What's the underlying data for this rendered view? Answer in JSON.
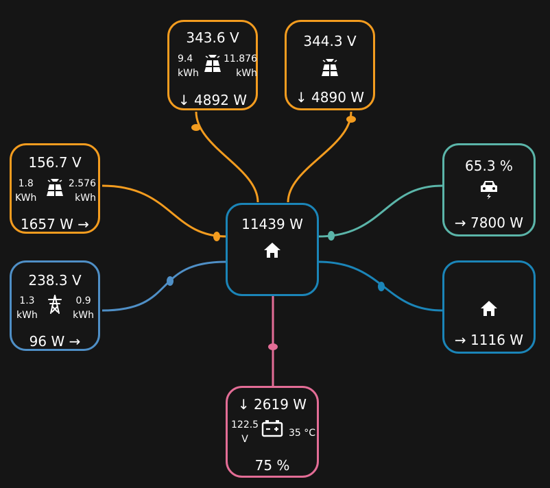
{
  "colors": {
    "solar": "#f39c1f",
    "grid": "#4f8fc6",
    "ev": "#5bb5a9",
    "home": "#1b85b8",
    "hub": "#1b85b8",
    "battery": "#e36d96"
  },
  "solar_1": {
    "voltage": "343.6 V",
    "stat_left": [
      "9.4",
      "kWh"
    ],
    "stat_right": [
      "11.876",
      "kWh"
    ],
    "power": "↓ 4892 W",
    "icon": "solar-panel-icon"
  },
  "solar_2": {
    "voltage": "344.3 V",
    "power": "↓ 4890 W",
    "icon": "solar-panel-icon"
  },
  "solar_3": {
    "voltage": "156.7 V",
    "stat_left": [
      "1.8",
      "KWh"
    ],
    "stat_right": [
      "2.576",
      "kWh"
    ],
    "power": "1657 W →",
    "icon": "solar-panel-icon"
  },
  "grid": {
    "voltage": "238.3 V",
    "stat_left": [
      "1.3",
      "kWh"
    ],
    "stat_right": [
      "0.9",
      "kWh"
    ],
    "power": "96 W →",
    "icon": "transmission-tower-icon"
  },
  "hub": {
    "power": "11439 W",
    "icon": "home-icon"
  },
  "ev": {
    "level": "65.3 %",
    "power": "→ 7800 W",
    "icon": "car-charging-icon"
  },
  "home": {
    "power": "→ 1116 W",
    "icon": "home-icon"
  },
  "battery": {
    "power": "↓ 2619 W",
    "stat_left": [
      "122.5",
      "V"
    ],
    "temperature": "35 °C",
    "soc": "75 %",
    "icon": "battery-icon"
  }
}
